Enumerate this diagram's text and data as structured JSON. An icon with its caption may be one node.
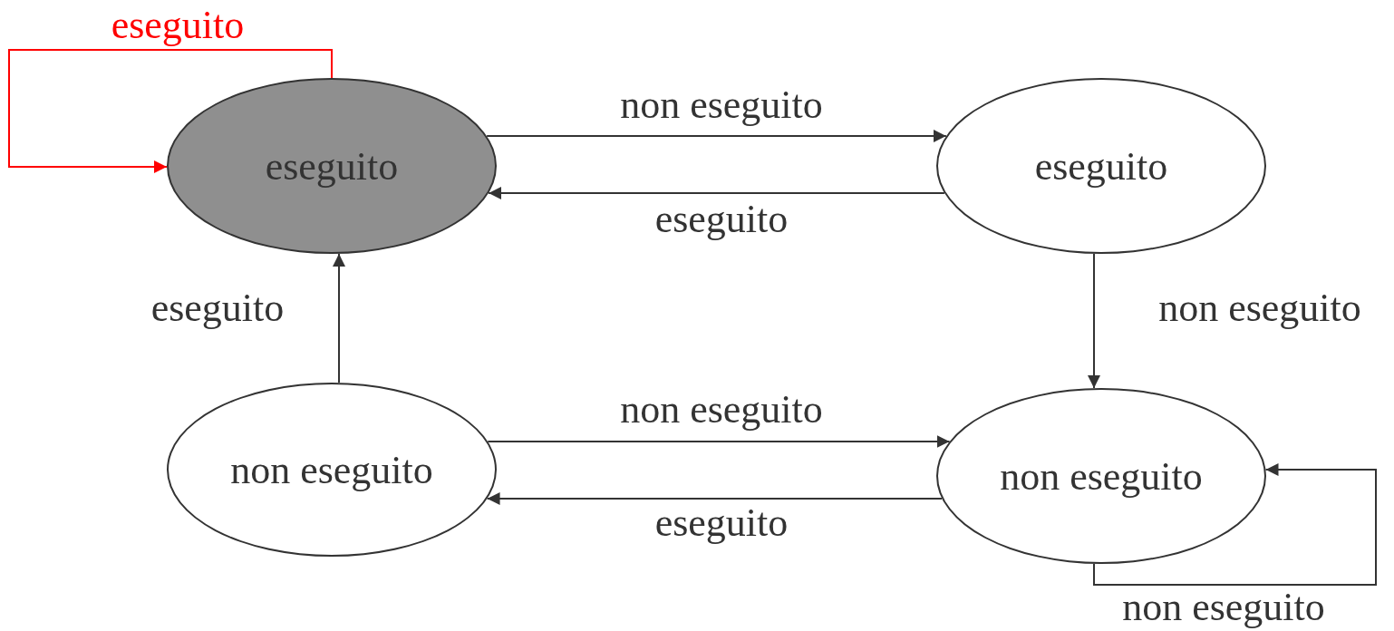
{
  "diagram": {
    "nodes": [
      {
        "text": [
          "eseguito"
        ]
      },
      {
        "text": [
          "eseguito"
        ]
      },
      {
        "text": [
          "non eseguito"
        ]
      },
      {
        "text": [
          "non eseguito"
        ]
      }
    ],
    "edges": [
      {
        "from": 0,
        "to": 0,
        "arrow": "to",
        "label": "eseguito",
        "color": "#ff0000"
      },
      {
        "from": 0,
        "to": 1,
        "arrow": "to",
        "label": "non eseguito"
      },
      {
        "from": 1,
        "to": 0,
        "arrow": "to",
        "label": "eseguito"
      },
      {
        "from": 1,
        "to": 3,
        "arrow": "to",
        "label": "non eseguito"
      },
      {
        "from": 2,
        "to": 0,
        "arrow": "to",
        "label": "eseguito"
      },
      {
        "from": 2,
        "to": 3,
        "arrow": "to",
        "label": "non eseguito"
      },
      {
        "from": 3,
        "to": 2,
        "arrow": "to",
        "label": "eseguito"
      },
      {
        "from": 3,
        "to": 3,
        "arrow": "to",
        "label": "non eseguito"
      }
    ]
  }
}
